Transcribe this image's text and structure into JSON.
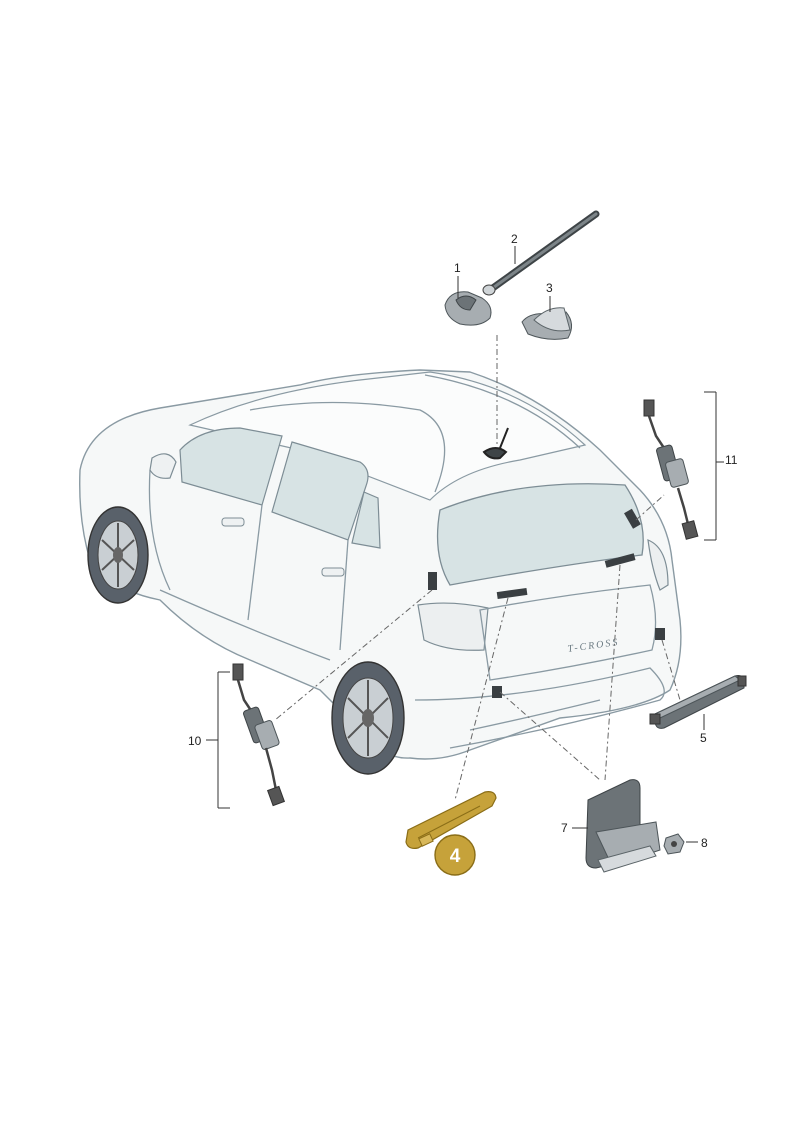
{
  "callouts": {
    "c1": "1",
    "c2": "2",
    "c3": "3",
    "c4": "4",
    "c5": "5",
    "c7": "7",
    "c8": "8",
    "c10": "10",
    "c11": "11"
  },
  "car_badge": "T-CROSS",
  "colors": {
    "highlight_fill": "#c6a23a",
    "highlight_stroke": "#8a6d17",
    "glass": "#d7e3e4",
    "car_body": "#f6f8f8",
    "car_outline": "#8a9aa3"
  },
  "highlighted_part": "4"
}
